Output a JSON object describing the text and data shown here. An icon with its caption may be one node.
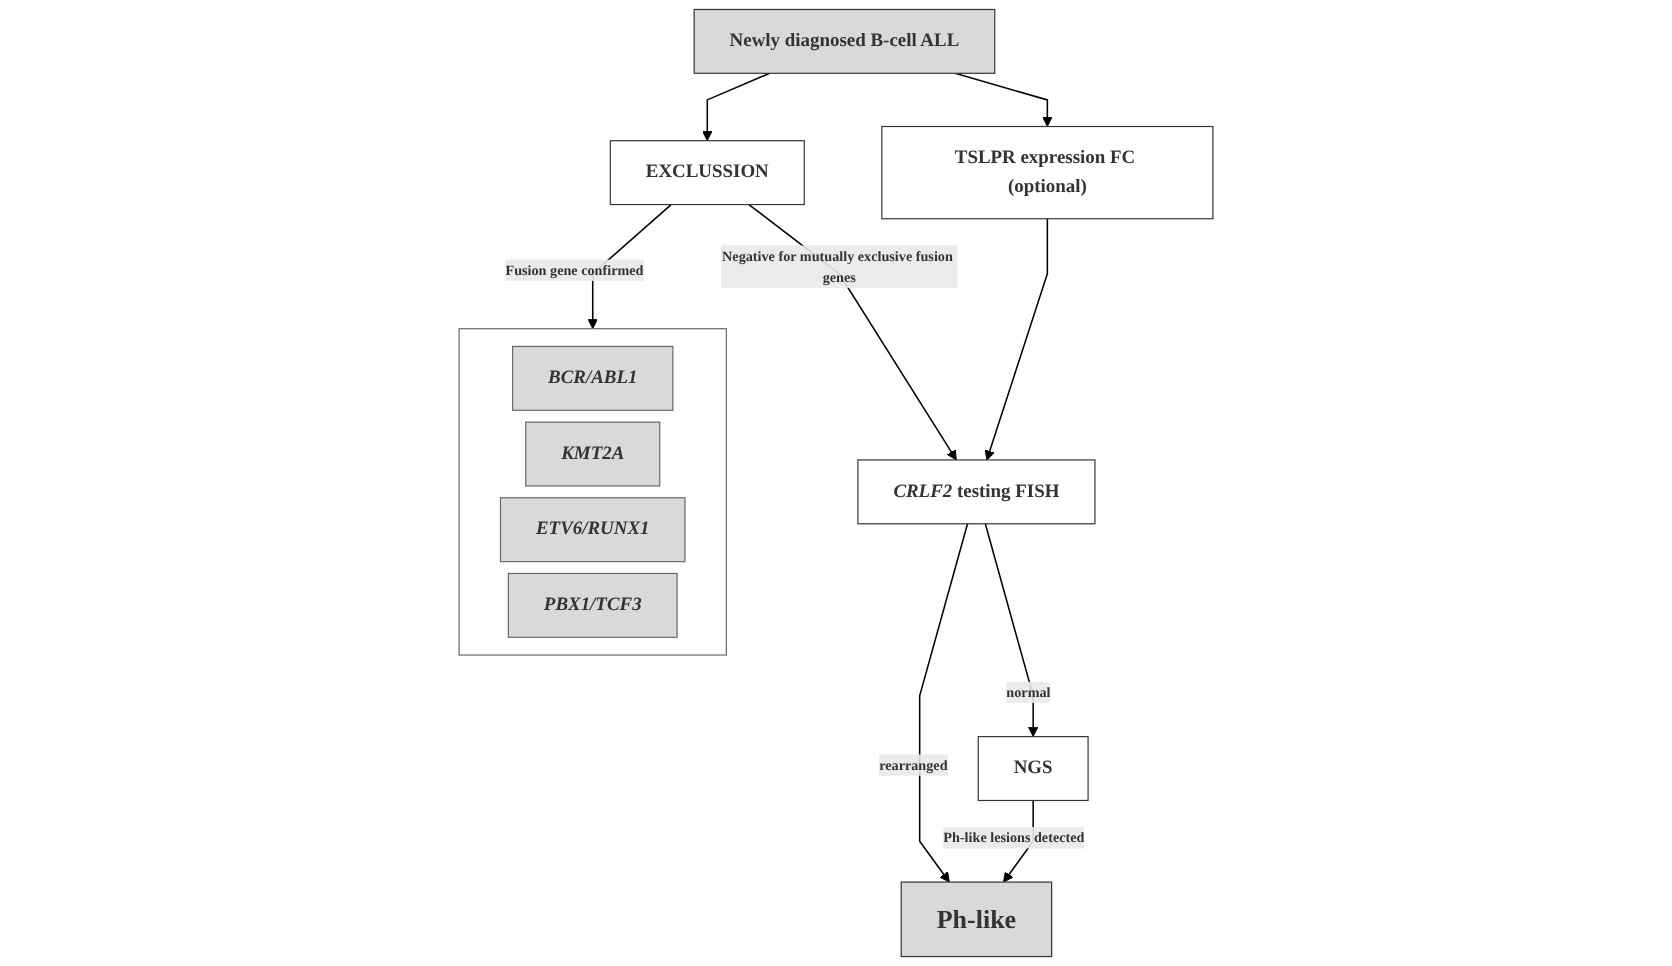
{
  "diagram": {
    "nodes": [
      {
        "text": [
          "Newly diagnosed B-cell ALL"
        ]
      },
      {
        "text": [
          "TSLPR expression FC (optional)"
        ]
      },
      {
        "text": [
          "EXCLUSSION"
        ]
      },
      {
        "text": [],
        "shape": "box"
      },
      {
        "text": [
          "BCR/ABL1"
        ],
        "in": 3
      },
      {
        "text": [
          "KMT2A"
        ],
        "in": 3
      },
      {
        "text": [
          "ETV6/RUNX1"
        ],
        "in": 3
      },
      {
        "text": [
          "PBX1/TCF3"
        ],
        "in": 3
      },
      {
        "text": [
          "*CRLF2* testing FISH"
        ]
      },
      {
        "text": [
          "NGS"
        ]
      },
      {
        "text": [
          "Ph-like"
        ]
      }
    ],
    "edges": [
      {
        "from": 0,
        "to": 1,
        "arrow": "to"
      },
      {
        "from": 0,
        "to": 2,
        "arrow": "to"
      },
      {
        "from": 2,
        "to": 3,
        "arrow": "to",
        "label": "Fusion gene confirmed"
      },
      {
        "from": 2,
        "to": 8,
        "arrow": "to",
        "label": "Negative for mutually exclusive fusion genes"
      },
      {
        "from": 1,
        "to": 8,
        "arrow": "to"
      },
      {
        "from": 8,
        "to": 10,
        "arrow": "to",
        "label": "rearranged"
      },
      {
        "from": 8,
        "to": 9,
        "arrow": "to",
        "label": "normal"
      },
      {
        "from": 9,
        "to": 10,
        "arrow": "to",
        "label": "Ph-like lesions detected"
      }
    ]
  }
}
